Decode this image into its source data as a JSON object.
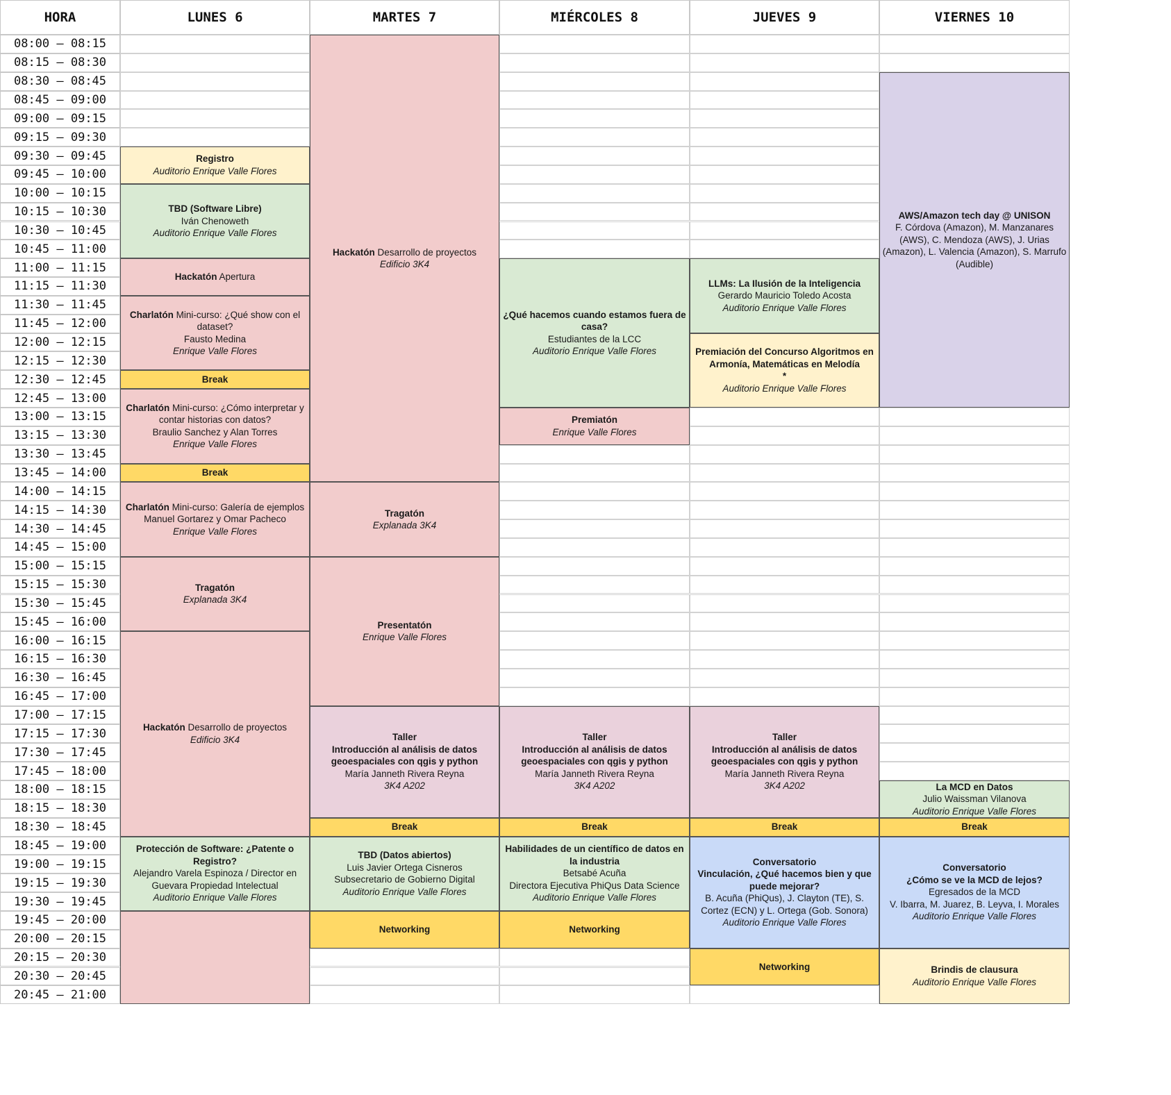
{
  "colors": {
    "hackathon": "#f2cccc",
    "green": "#d9ead3",
    "cream": "#fff2cc",
    "break": "#ffd966",
    "purple": "#d9d2e9",
    "taller": "#ead1dc",
    "blue": "#c9daf8"
  },
  "header": {
    "hora": "HORA",
    "days": [
      "LUNES 6",
      "MARTES 7",
      "MIÉRCOLES 8",
      "JUEVES 9",
      "VIERNES 10"
    ]
  },
  "times": [
    "08:00 – 08:15",
    "08:15 – 08:30",
    "08:30 – 08:45",
    "08:45 – 09:00",
    "09:00 – 09:15",
    "09:15 – 09:30",
    "09:30 – 09:45",
    "09:45 – 10:00",
    "10:00 – 10:15",
    "10:15 – 10:30",
    "10:30 – 10:45",
    "10:45 – 11:00",
    "11:00 – 11:15",
    "11:15 – 11:30",
    "11:30 – 11:45",
    "11:45 – 12:00",
    "12:00 – 12:15",
    "12:15 – 12:30",
    "12:30 – 12:45",
    "12:45 – 13:00",
    "13:00 – 13:15",
    "13:15 – 13:30",
    "13:30 – 13:45",
    "13:45 – 14:00",
    "14:00 – 14:15",
    "14:15 – 14:30",
    "14:30 – 14:45",
    "14:45 – 15:00",
    "15:00 – 15:15",
    "15:15 – 15:30",
    "15:30 – 15:45",
    "15:45 – 16:00",
    "16:00 – 16:15",
    "16:15 – 16:30",
    "16:30 – 16:45",
    "16:45 – 17:00",
    "17:00 – 17:15",
    "17:15 – 17:30",
    "17:30 – 17:45",
    "17:45 – 18:00",
    "18:00 – 18:15",
    "18:15 – 18:30",
    "18:30 – 18:45",
    "18:45 – 19:00",
    "19:00 – 19:15",
    "19:15 – 19:30",
    "19:30 – 19:45",
    "19:45 – 20:00",
    "20:00 – 20:15",
    "20:15 – 20:30",
    "20:30 – 20:45",
    "20:45 – 21:00"
  ],
  "events": [
    {
      "day": 0,
      "start": 6,
      "span": 2,
      "color": "cream",
      "lines": [
        [
          {
            "b": "Registro"
          }
        ],
        [
          {
            "i": "Auditorio Enrique Valle Flores"
          }
        ]
      ]
    },
    {
      "day": 0,
      "start": 8,
      "span": 4,
      "color": "green",
      "lines": [
        [
          {
            "b": "TBD (Software Libre)"
          }
        ],
        [
          {
            "t": "Iván Chenoweth"
          }
        ],
        [
          {
            "i": "Auditorio Enrique Valle Flores"
          }
        ]
      ]
    },
    {
      "day": 0,
      "start": 12,
      "span": 2,
      "color": "hackathon",
      "lines": [
        [
          {
            "b": "Hackatón"
          },
          {
            "t": " Apertura"
          }
        ]
      ]
    },
    {
      "day": 0,
      "start": 14,
      "span": 4,
      "color": "hackathon",
      "lines": [
        [
          {
            "b": "Charlatón"
          },
          {
            "t": " Mini-curso: ¿Qué show con el dataset?"
          }
        ],
        [
          {
            "t": "Fausto Medina"
          }
        ],
        [
          {
            "i": "Enrique Valle Flores"
          }
        ]
      ]
    },
    {
      "day": 0,
      "start": 18,
      "span": 1,
      "color": "break",
      "lines": [
        [
          {
            "b": "Break"
          }
        ]
      ]
    },
    {
      "day": 0,
      "start": 19,
      "span": 4,
      "color": "hackathon",
      "lines": [
        [
          {
            "b": "Charlatón"
          },
          {
            "t": " Mini-curso: ¿Cómo interpretar y contar historias con datos?"
          }
        ],
        [
          {
            "t": "Braulio Sanchez y Alan Torres"
          }
        ],
        [
          {
            "i": "Enrique Valle Flores"
          }
        ]
      ]
    },
    {
      "day": 0,
      "start": 23,
      "span": 1,
      "color": "break",
      "lines": [
        [
          {
            "b": "Break"
          }
        ]
      ]
    },
    {
      "day": 0,
      "start": 24,
      "span": 4,
      "color": "hackathon",
      "lines": [
        [
          {
            "b": "Charlatón"
          },
          {
            "t": " Mini-curso: Galería de ejemplos"
          }
        ],
        [
          {
            "t": "Manuel Gortarez y Omar Pacheco"
          }
        ],
        [
          {
            "i": "Enrique Valle Flores"
          }
        ]
      ]
    },
    {
      "day": 0,
      "start": 28,
      "span": 4,
      "color": "hackathon",
      "lines": [
        [
          {
            "b": "Tragatón"
          }
        ],
        [
          {
            "i": "Explanada 3K4"
          }
        ]
      ]
    },
    {
      "day": 0,
      "start": 32,
      "span": 11,
      "color": "hackathon",
      "lines": [
        [
          {
            "b": "Hackatón"
          },
          {
            "t": " Desarrollo de proyectos"
          }
        ],
        [
          {
            "i": "Edificio 3K4"
          }
        ]
      ]
    },
    {
      "day": 0,
      "start": 43,
      "span": 4,
      "color": "green",
      "lines": [
        [
          {
            "b": "Protección de Software: ¿Patente o Registro?"
          }
        ],
        [
          {
            "t": "Alejandro Varela Espinoza / Director en Guevara Propiedad Intelectual"
          }
        ],
        [
          {
            "i": "Auditorio Enrique Valle Flores"
          }
        ]
      ]
    },
    {
      "day": 0,
      "start": 47,
      "span": 5,
      "color": "hackathon",
      "lines": []
    },
    {
      "day": 1,
      "start": 0,
      "span": 24,
      "color": "hackathon",
      "lines": [
        [
          {
            "b": "Hackatón"
          },
          {
            "t": " Desarrollo de proyectos"
          }
        ],
        [
          {
            "i": "Edificio 3K4"
          }
        ]
      ]
    },
    {
      "day": 1,
      "start": 24,
      "span": 4,
      "color": "hackathon",
      "lines": [
        [
          {
            "b": "Tragatón"
          }
        ],
        [
          {
            "i": "Explanada 3K4"
          }
        ]
      ]
    },
    {
      "day": 1,
      "start": 28,
      "span": 8,
      "color": "hackathon",
      "lines": [
        [
          {
            "b": "Presentatón"
          }
        ],
        [
          {
            "i": "Enrique Valle Flores"
          }
        ]
      ]
    },
    {
      "day": 1,
      "start": 36,
      "span": 6,
      "color": "taller",
      "lines": [
        [
          {
            "b": "Taller"
          }
        ],
        [
          {
            "b": "Introducción al análisis de datos geoespaciales con qgis y python"
          }
        ],
        [
          {
            "t": "María Janneth Rivera Reyna"
          }
        ],
        [
          {
            "i": "3K4 A202"
          }
        ]
      ]
    },
    {
      "day": 1,
      "start": 42,
      "span": 1,
      "color": "break",
      "lines": [
        [
          {
            "b": "Break"
          }
        ]
      ]
    },
    {
      "day": 1,
      "start": 43,
      "span": 4,
      "color": "green",
      "lines": [
        [
          {
            "b": "TBD (Datos abiertos)"
          }
        ],
        [
          {
            "t": "Luis Javier Ortega Cisneros"
          }
        ],
        [
          {
            "t": "Subsecretario de Gobierno Digital"
          }
        ],
        [
          {
            "i": "Auditorio Enrique Valle Flores"
          }
        ]
      ]
    },
    {
      "day": 1,
      "start": 47,
      "span": 2,
      "color": "break",
      "lines": [
        [
          {
            "b": "Networking"
          }
        ]
      ]
    },
    {
      "day": 2,
      "start": 12,
      "span": 8,
      "color": "green",
      "lines": [
        [
          {
            "b": "¿Qué hacemos cuando estamos fuera de casa?"
          }
        ],
        [
          {
            "t": "Estudiantes de la LCC"
          }
        ],
        [
          {
            "i": "Auditorio Enrique Valle Flores"
          }
        ]
      ]
    },
    {
      "day": 2,
      "start": 20,
      "span": 2,
      "color": "hackathon",
      "lines": [
        [
          {
            "b": "Premiatón"
          }
        ],
        [
          {
            "i": "Enrique Valle Flores"
          }
        ]
      ]
    },
    {
      "day": 2,
      "start": 36,
      "span": 6,
      "color": "taller",
      "lines": [
        [
          {
            "b": "Taller"
          }
        ],
        [
          {
            "b": "Introducción al análisis de datos geoespaciales con qgis y python"
          }
        ],
        [
          {
            "t": "María Janneth Rivera Reyna"
          }
        ],
        [
          {
            "i": "3K4 A202"
          }
        ]
      ]
    },
    {
      "day": 2,
      "start": 42,
      "span": 1,
      "color": "break",
      "lines": [
        [
          {
            "b": "Break"
          }
        ]
      ]
    },
    {
      "day": 2,
      "start": 43,
      "span": 4,
      "color": "green",
      "lines": [
        [
          {
            "b": "Habilidades de un científico de datos en la industria"
          }
        ],
        [
          {
            "t": "Betsabé Acuña"
          }
        ],
        [
          {
            "t": "Directora Ejecutiva PhiQus Data Science"
          }
        ],
        [
          {
            "i": "Auditorio Enrique Valle Flores"
          }
        ]
      ]
    },
    {
      "day": 2,
      "start": 47,
      "span": 2,
      "color": "break",
      "lines": [
        [
          {
            "b": "Networking"
          }
        ]
      ]
    },
    {
      "day": 3,
      "start": 12,
      "span": 4,
      "color": "green",
      "lines": [
        [
          {
            "b": "LLMs: La Ilusión de la Inteligencia"
          }
        ],
        [
          {
            "t": "Gerardo Mauricio Toledo Acosta"
          }
        ],
        [
          {
            "i": "Auditorio Enrique Valle Flores"
          }
        ]
      ]
    },
    {
      "day": 3,
      "start": 16,
      "span": 4,
      "color": "cream",
      "lines": [
        [
          {
            "b": "Premiación del Concurso Algoritmos en Armonía, Matemáticas en Melodía"
          }
        ],
        [
          {
            "b": "*"
          }
        ],
        [
          {
            "i": "Auditorio Enrique Valle Flores"
          }
        ]
      ]
    },
    {
      "day": 3,
      "start": 36,
      "span": 6,
      "color": "taller",
      "lines": [
        [
          {
            "b": "Taller"
          }
        ],
        [
          {
            "b": "Introducción al análisis de datos geoespaciales con qgis y python"
          }
        ],
        [
          {
            "t": "María Janneth Rivera Reyna"
          }
        ],
        [
          {
            "i": "3K4 A202"
          }
        ]
      ]
    },
    {
      "day": 3,
      "start": 42,
      "span": 1,
      "color": "break",
      "lines": [
        [
          {
            "b": "Break"
          }
        ]
      ]
    },
    {
      "day": 3,
      "start": 43,
      "span": 6,
      "color": "blue",
      "lines": [
        [
          {
            "b": "Conversatorio"
          }
        ],
        [
          {
            "b": "Vinculación, ¿Qué hacemos bien y que puede mejorar?"
          }
        ],
        [
          {
            "t": "B. Acuña (PhiQus), J. Clayton (TE), S. Cortez (ECN) y L. Ortega (Gob. Sonora)"
          }
        ],
        [
          {
            "i": "Auditorio Enrique Valle Flores"
          }
        ]
      ]
    },
    {
      "day": 3,
      "start": 49,
      "span": 2,
      "color": "break",
      "lines": [
        [
          {
            "b": "Networking"
          }
        ]
      ]
    },
    {
      "day": 4,
      "start": 2,
      "span": 18,
      "color": "purple",
      "lines": [
        [
          {
            "b": "AWS/Amazon tech day @ UNISON"
          }
        ],
        [
          {
            "t": "F. Córdova (Amazon), M. Manzanares (AWS), C. Mendoza (AWS), J. Urias (Amazon), L. Valencia (Amazon), S. Marrufo (Audible)"
          }
        ]
      ]
    },
    {
      "day": 4,
      "start": 40,
      "span": 2,
      "color": "green",
      "lines": [
        [
          {
            "b": "La MCD en Datos"
          }
        ],
        [
          {
            "t": "Julio Waissman Vilanova"
          }
        ],
        [
          {
            "i": "Auditorio Enrique Valle Flores"
          }
        ]
      ]
    },
    {
      "day": 4,
      "start": 42,
      "span": 1,
      "color": "break",
      "lines": [
        [
          {
            "b": "Break"
          }
        ]
      ]
    },
    {
      "day": 4,
      "start": 43,
      "span": 6,
      "color": "blue",
      "lines": [
        [
          {
            "b": "Conversatorio"
          }
        ],
        [
          {
            "b": "¿Cómo se ve la MCD de lejos?"
          }
        ],
        [
          {
            "t": "Egresados de la MCD"
          }
        ],
        [
          {
            "t": "V. Ibarra, M. Juarez, B. Leyva, I. Morales"
          }
        ],
        [
          {
            "i": "Auditorio Enrique Valle Flores"
          }
        ]
      ]
    },
    {
      "day": 4,
      "start": 49,
      "span": 3,
      "color": "cream",
      "lines": [
        [
          {
            "b": "Brindis de clausura"
          }
        ],
        [
          {
            "i": "Auditorio Enrique Valle Flores"
          }
        ]
      ]
    }
  ]
}
